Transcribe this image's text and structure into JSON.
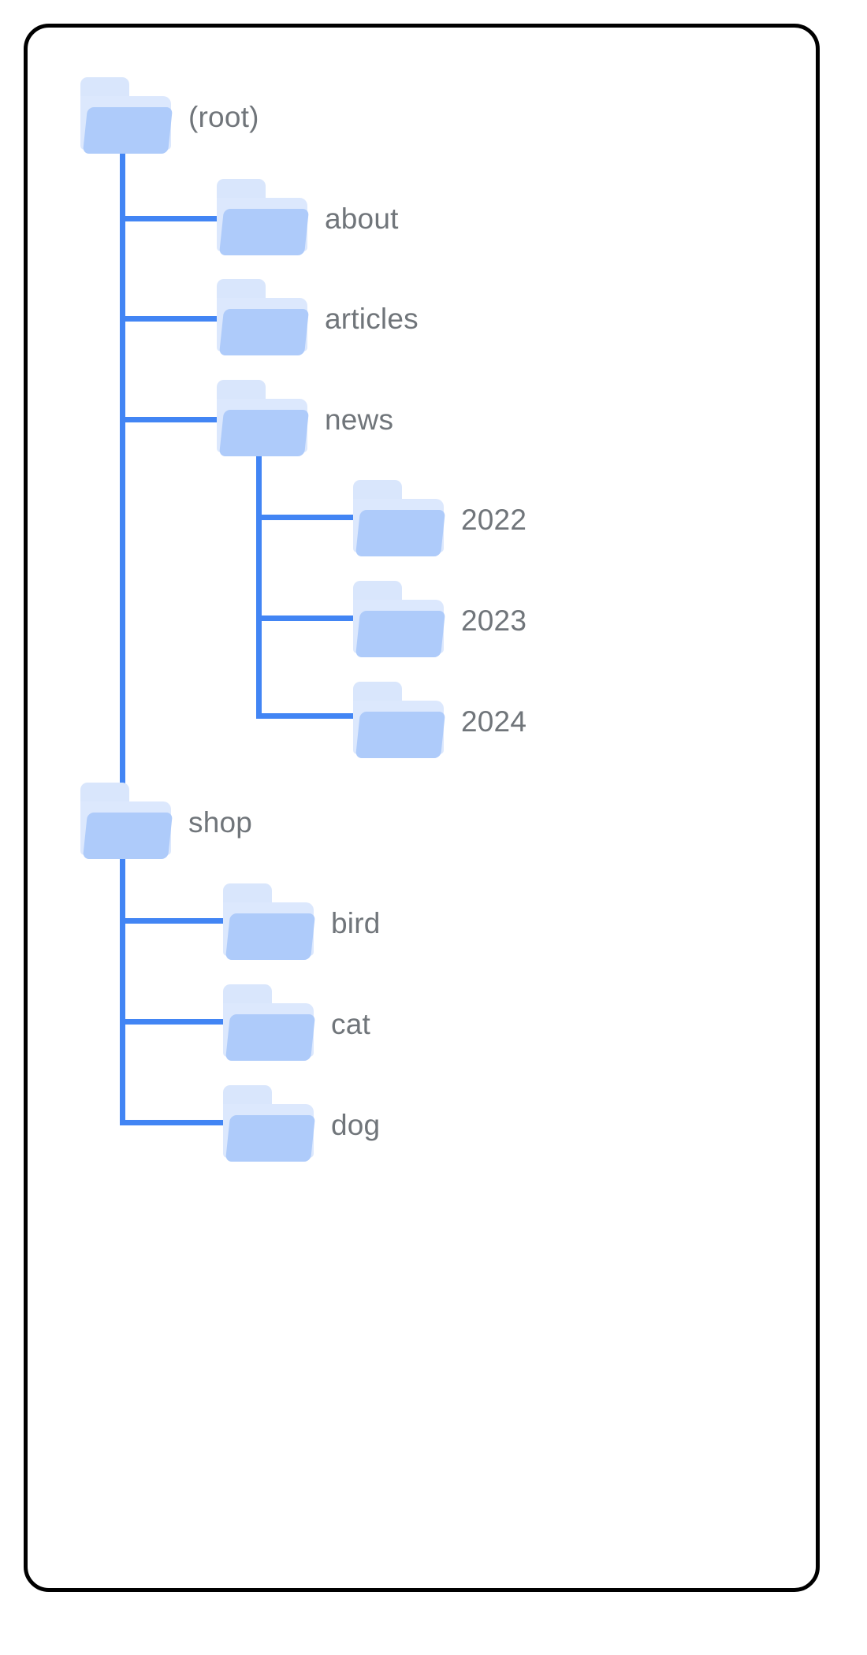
{
  "diagram": {
    "type": "folder-tree",
    "title": "",
    "colors": {
      "connector": "#4285f4",
      "folder_front": "#aecbfa",
      "folder_back": "#dce8fd",
      "folder_tab": "#d9e6fc",
      "label": "#70757a",
      "card_border": "#000000",
      "background": "#ffffff"
    },
    "icon_name": "folder-icon",
    "nodes": [
      {
        "id": "root",
        "label": "(root)",
        "depth": 0,
        "parent": null
      },
      {
        "id": "about",
        "label": "about",
        "depth": 1,
        "parent": "root"
      },
      {
        "id": "articles",
        "label": "articles",
        "depth": 1,
        "parent": "root"
      },
      {
        "id": "news",
        "label": "news",
        "depth": 1,
        "parent": "root"
      },
      {
        "id": "y2022",
        "label": "2022",
        "depth": 2,
        "parent": "news"
      },
      {
        "id": "y2023",
        "label": "2023",
        "depth": 2,
        "parent": "news"
      },
      {
        "id": "y2024",
        "label": "2024",
        "depth": 2,
        "parent": "news"
      },
      {
        "id": "shop",
        "label": "shop",
        "depth": 0,
        "parent": "root"
      },
      {
        "id": "bird",
        "label": "bird",
        "depth": 1,
        "parent": "shop"
      },
      {
        "id": "cat",
        "label": "cat",
        "depth": 1,
        "parent": "shop"
      },
      {
        "id": "dog",
        "label": "dog",
        "depth": 1,
        "parent": "shop"
      }
    ]
  }
}
